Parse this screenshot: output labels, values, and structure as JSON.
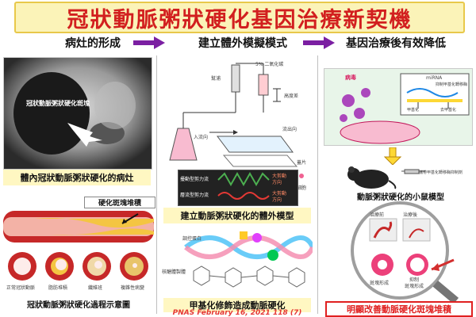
{
  "title": "冠狀動脈粥狀硬化基因治療新契機",
  "steps": [
    "病灶的形成",
    "建立體外模擬模式",
    "基因治療後有效降低"
  ],
  "left": {
    "photo_label": "冠狀動脈粥狀硬化斑塊",
    "photo_caption": "體內冠狀動脈粥狀硬化的病灶",
    "plaque_label": "硬化斑塊堆積",
    "stages": [
      "正常冠狀動脈",
      "脂肪堆積",
      "纖維班",
      "複雜性病變"
    ],
    "bottom_caption": "冠狀動脈粥狀硬化過程示意圖"
  },
  "middle": {
    "device_labels": {
      "co2": "5% 二氧化碳",
      "pump": "幫浦",
      "height": "高度差",
      "inlet": "入流向",
      "outlet": "流出向",
      "slide": "蓋片",
      "cells": "細胞"
    },
    "wave_labels": {
      "left1": "擾動型剪力流",
      "left2": "層流型剪力流",
      "right1": "大剪動",
      "right2": "方向",
      "right3": "大剪動",
      "right4": "方向"
    },
    "model_caption": "建立動脈粥狀硬化的體外模型",
    "mol_labels": {
      "reg": "調控蛋白",
      "dna": "核醣體製體"
    },
    "methyl_caption": "甲基化修飾造成動脈硬化",
    "citation": "PNAS February 16, 2021 118 (7)"
  },
  "right": {
    "virus_label": "病毒",
    "mirna_label": "miRNA",
    "inhibit_label": "抑制甲基化轉移酶",
    "meth_label": "甲基化",
    "demeth_label": "去甲基化",
    "inject_label": "攜帶甲基化轉移酶抑制劑",
    "mouse_caption": "動脈粥狀硬化的小鼠模型",
    "before_label": "治療前",
    "after_label": "治療後",
    "formed_label": "斑塊形成",
    "inhibited_label": "抑制",
    "inhibited_label2": "斑塊形成",
    "result_caption": "明顯改善動脈硬化斑塊堆積"
  },
  "colors": {
    "title_red": "#d21f1f",
    "title_bg": "#fbf3b8",
    "arrow_purple": "#7b1fa2",
    "caption_bg": "#fff7c2",
    "plaque_yellow": "#f4c542",
    "vessel_red": "#c62828",
    "result_border": "#e02020"
  },
  "icons": [
    "arrow-right-icon",
    "arrow-down-icon",
    "magnifier-icon",
    "mouse-icon",
    "syringe-icon",
    "virus-icon"
  ]
}
